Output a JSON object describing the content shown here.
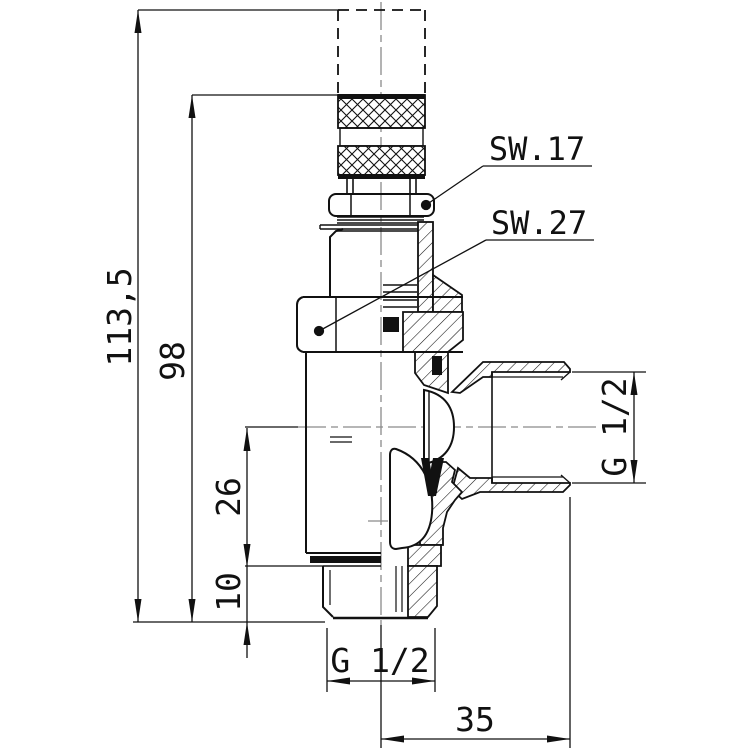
{
  "page": {
    "background": "#ffffff"
  },
  "drawing": {
    "line_color": "#111111",
    "centerline_color": "#8a8a8a",
    "annotations": {
      "sw17": "SW.17",
      "sw27": "SW.27"
    },
    "dimensions": {
      "total_height": "113,5",
      "cap_height": "98",
      "outlet_axis_to_shoulder": "26",
      "thread_length": "10",
      "outlet_offset": "35",
      "bottom_thread": "G 1/2",
      "side_thread": "G 1/2"
    }
  }
}
